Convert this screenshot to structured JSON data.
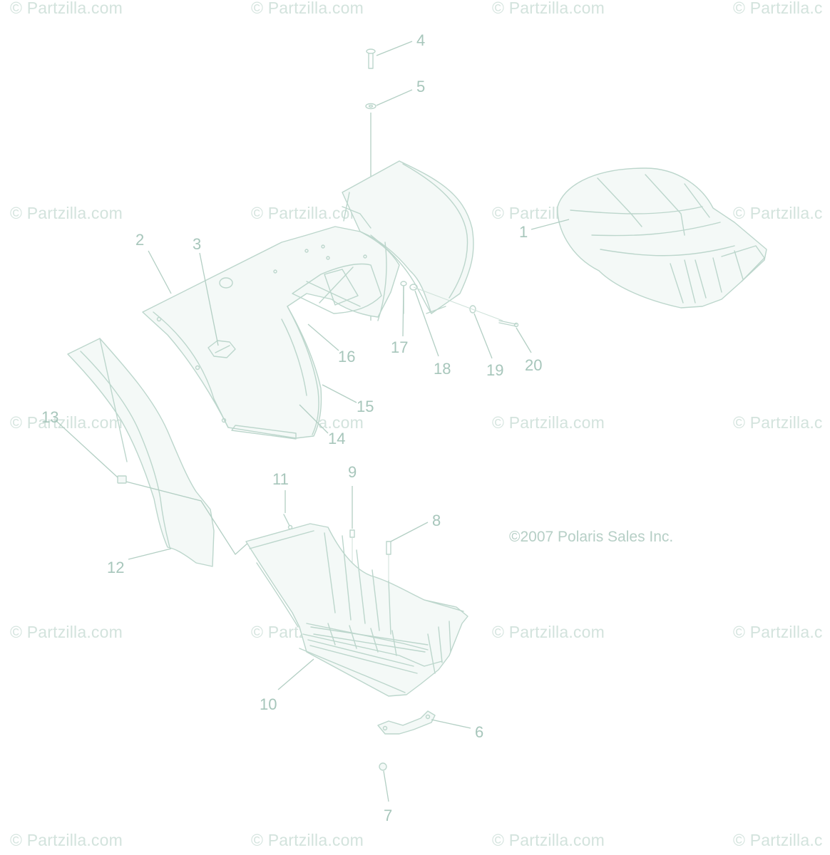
{
  "watermark": {
    "text": "© Partzilla.com",
    "text_clipped": "© Partzilla.c"
  },
  "copyright": "©2007 Polaris Sales Inc.",
  "callouts": {
    "c1": "1",
    "c2": "2",
    "c3": "3",
    "c4": "4",
    "c5": "5",
    "c6": "6",
    "c7": "7",
    "c8": "8",
    "c9": "9",
    "c10": "10",
    "c11": "11",
    "c12": "12",
    "c13": "13",
    "c14": "14",
    "c15": "15",
    "c16": "16",
    "c17": "17",
    "c18": "18",
    "c19": "19",
    "c20": "20"
  },
  "colors": {
    "line": "#bcd6cc",
    "label": "#a7c6bb",
    "watermark": "#d3e3dd"
  }
}
